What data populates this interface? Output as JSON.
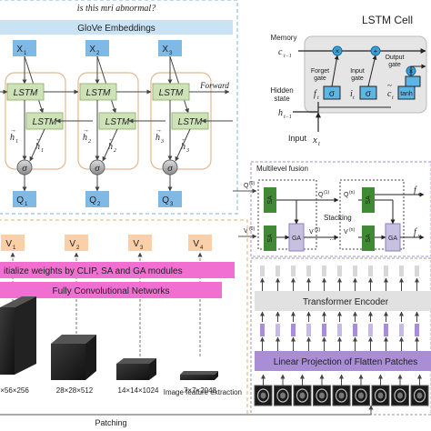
{
  "question": "is this mri abnormal?",
  "glove_label": "GloVe Embeddings",
  "bilstm": {
    "inputs": [
      "X",
      "X",
      "X"
    ],
    "input_subs": [
      "1",
      "2",
      "3"
    ],
    "lstm_label": "LSTM",
    "h_labels": [
      "h",
      "h",
      "h"
    ],
    "h_subs": [
      "1",
      "2",
      "3"
    ],
    "sigma": "σ",
    "outputs": [
      "Q",
      "Q",
      "Q"
    ],
    "output_subs": [
      "1",
      "2",
      "3"
    ],
    "forward_label": "Forward"
  },
  "lstm_cell": {
    "title": "LSTM Cell",
    "memory_label": "Memory",
    "memory_var": "c",
    "memory_sub": "t−1",
    "hidden_label_1": "Hidden",
    "hidden_label_2": "state",
    "hidden_var": "h",
    "hidden_sub": "t−1",
    "forget_gate_1": "Forget",
    "forget_gate_2": "gate",
    "input_gate_1": "Input",
    "input_gate_2": "gate",
    "output_gate_1": "Output",
    "output_gate_2": "gate",
    "f_var": "f",
    "i_var": "i",
    "c_var": "c",
    "t_sub": "t",
    "sigma": "σ",
    "tanh": "tanh",
    "input_label": "Input",
    "x_var": "x",
    "x_sub": "t"
  },
  "fusion": {
    "title": "Multilevel fusion",
    "q0": "Q",
    "q0_sup": "(0)",
    "q1": "Q",
    "q1_sup": "(1)",
    "qn": "Q",
    "qn_sup": "(n)",
    "v0": "V",
    "v0_sup": "(0)",
    "v1": "V",
    "v1_sup": "(1)",
    "vn": "V",
    "vn_sup": "(n)",
    "sa": "SA",
    "ga": "GA",
    "stacking": "Stacking",
    "dots": "…",
    "fq": "f",
    "fq_sub": "q",
    "fv": "f",
    "fv_sub": "v"
  },
  "visual": {
    "v_labels": [
      "V",
      "V",
      "V",
      "V"
    ],
    "v_subs": [
      "1",
      "2",
      "3",
      "4"
    ],
    "pink_bar": "itialize weights by CLIP, SA and GA modules",
    "fcn_bar": "Fully Convolutional Networks",
    "sizes": [
      "×56×256",
      "28×28×512",
      "14×14×1024",
      "7×7×2048"
    ],
    "section_label": "Image feature extraction",
    "transformer": "Transformer Encoder",
    "linear_proj": "Linear Projection of Flatten Patches",
    "patching": "Patching"
  }
}
